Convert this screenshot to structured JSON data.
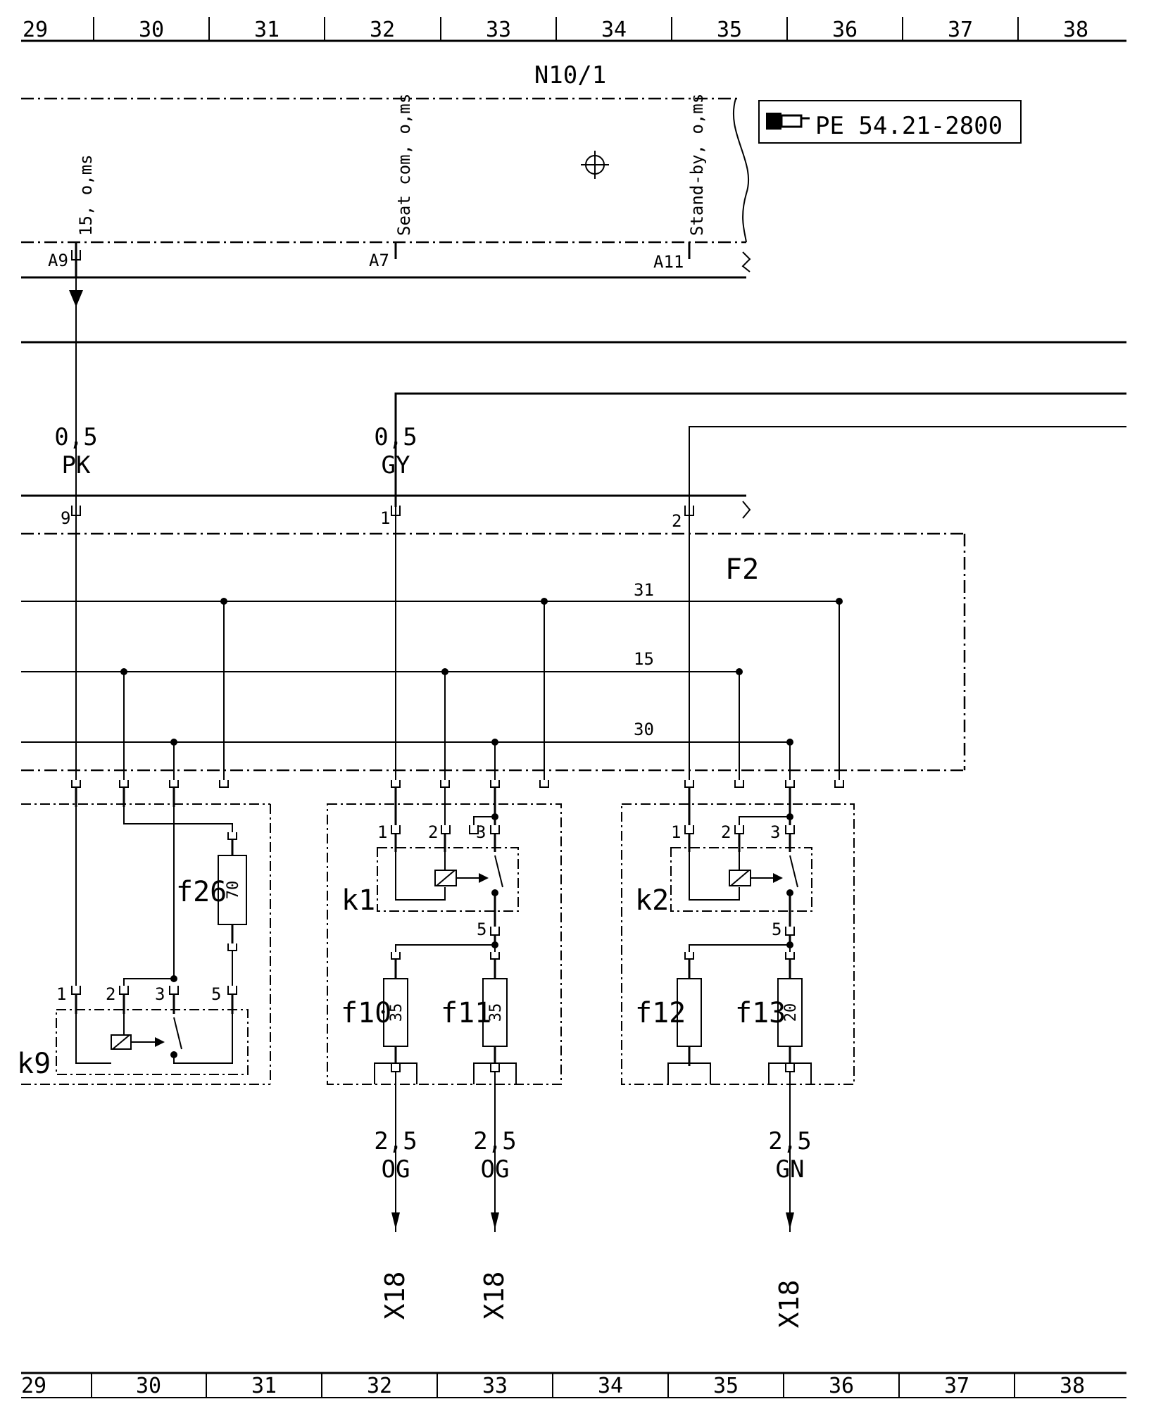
{
  "grid_columns": [
    "29",
    "30",
    "31",
    "32",
    "33",
    "34",
    "35",
    "36",
    "37",
    "38"
  ],
  "module": {
    "name": "N10/1",
    "reference": "PE 54.21-2800",
    "signals": [
      {
        "pin": "A9",
        "label": "15, o,ms"
      },
      {
        "pin": "A7",
        "label": "Seat com, o,ms"
      },
      {
        "pin": "A11",
        "label": "Stand-by, o,ms"
      }
    ]
  },
  "wires_in": [
    {
      "size": "0,5",
      "color": "PK",
      "pin": "9"
    },
    {
      "size": "0,5",
      "color": "GY",
      "pin": "1"
    },
    {
      "size": "",
      "color": "",
      "pin": "2"
    }
  ],
  "fusebox": {
    "name": "F2",
    "buses": [
      "31",
      "15",
      "30"
    ]
  },
  "relays": [
    {
      "name": "k9",
      "pins": [
        "1",
        "2",
        "3",
        "5"
      ]
    },
    {
      "name": "k1",
      "pins": [
        "1",
        "2",
        "3",
        "5"
      ]
    },
    {
      "name": "k2",
      "pins": [
        "1",
        "2",
        "3",
        "5"
      ]
    }
  ],
  "fuses": [
    {
      "name": "f26",
      "rating": "70"
    },
    {
      "name": "f10",
      "rating": "35"
    },
    {
      "name": "f11",
      "rating": "35"
    },
    {
      "name": "f12",
      "rating": ""
    },
    {
      "name": "f13",
      "rating": "20"
    }
  ],
  "wires_out": [
    {
      "size": "2,5",
      "color": "OG",
      "dest": "X18"
    },
    {
      "size": "2,5",
      "color": "OG",
      "dest": "X18"
    },
    {
      "size": "2,5",
      "color": "GN",
      "dest": "X18"
    }
  ]
}
